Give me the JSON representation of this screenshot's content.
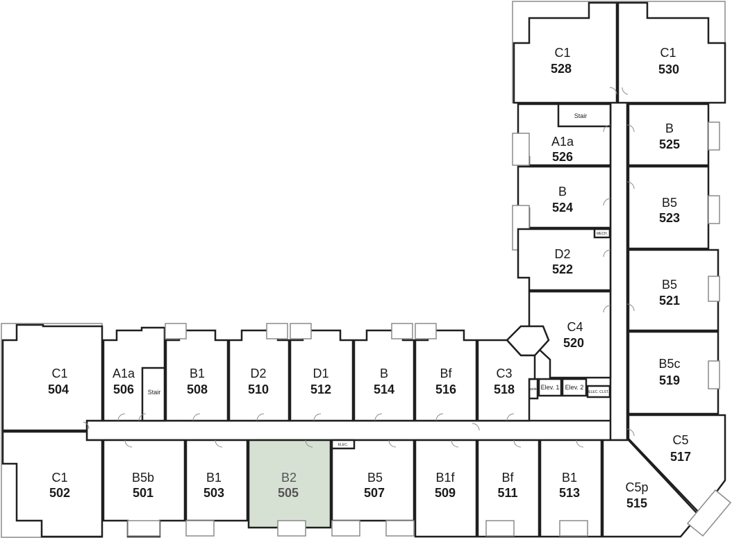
{
  "rooms": [
    {
      "id": "528",
      "type": "C1"
    },
    {
      "id": "530",
      "type": "C1"
    },
    {
      "id": "526",
      "type": "A1a"
    },
    {
      "id": "525",
      "type": "B"
    },
    {
      "id": "524",
      "type": "B"
    },
    {
      "id": "523",
      "type": "B5"
    },
    {
      "id": "522",
      "type": "D2"
    },
    {
      "id": "521",
      "type": "B5"
    },
    {
      "id": "520",
      "type": "C4"
    },
    {
      "id": "519",
      "type": "B5c"
    },
    {
      "id": "518",
      "type": "C3"
    },
    {
      "id": "517",
      "type": "C5"
    },
    {
      "id": "515",
      "type": "C5p"
    },
    {
      "id": "516",
      "type": "Bf"
    },
    {
      "id": "514",
      "type": "B"
    },
    {
      "id": "512",
      "type": "D1"
    },
    {
      "id": "510",
      "type": "D2"
    },
    {
      "id": "508",
      "type": "B1"
    },
    {
      "id": "506",
      "type": "A1a"
    },
    {
      "id": "504",
      "type": "C1"
    },
    {
      "id": "502",
      "type": "C1"
    },
    {
      "id": "501",
      "type": "B5b"
    },
    {
      "id": "503",
      "type": "B1"
    },
    {
      "id": "505",
      "type": "B2",
      "highlighted": true
    },
    {
      "id": "507",
      "type": "B5"
    },
    {
      "id": "509",
      "type": "B1f"
    },
    {
      "id": "511",
      "type": "Bf"
    },
    {
      "id": "513",
      "type": "B1"
    }
  ],
  "labels": {
    "stair": "Stair",
    "elev1": "Elev. 1",
    "elev2": "Elev. 2",
    "elec_clst": "ELEC. CLST.",
    "mech": "MECH.",
    "elec": "ELEC.",
    "janitor": "Janitor"
  },
  "colors": {
    "highlight": "#d6e1d4",
    "wall": "#1f1f1f"
  }
}
